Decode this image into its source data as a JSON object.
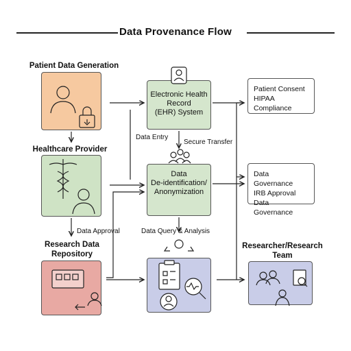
{
  "title": "Data Provenance Flow",
  "left_column": {
    "patient_label": "Patient Data Generation",
    "provider_label": "Healthcare Provider",
    "repository_label": "Research Data\nRepository"
  },
  "center_column": {
    "ehr_label": "Electronic Health\nRecord\n(EHR) System",
    "deid_label": "Data\nDe-identification/\nAnonymization"
  },
  "right_column": {
    "consent_lines": [
      "Patient Consent",
      "HIPAA Compliance"
    ],
    "governance_lines": [
      "Data Governance",
      "IRB Approval",
      "Data Governance"
    ],
    "researcher_label": "Researcher/Research\nTeam"
  },
  "flow_labels": {
    "data_entry": "Data Entry",
    "secure_transfer": "Secure Transfer",
    "data_approval": "Data Approval",
    "data_query": "Data Query & Analysis"
  },
  "colors": {
    "patient_fill": "#f6c9a0",
    "provider_fill": "#cfe3c5",
    "repository_fill": "#e8a9a3",
    "ehr_fill": "#d5e6cd",
    "deid_fill": "#d5e6cd",
    "analysis_fill": "#c9cde8",
    "researcher_fill": "#c9cde8"
  }
}
